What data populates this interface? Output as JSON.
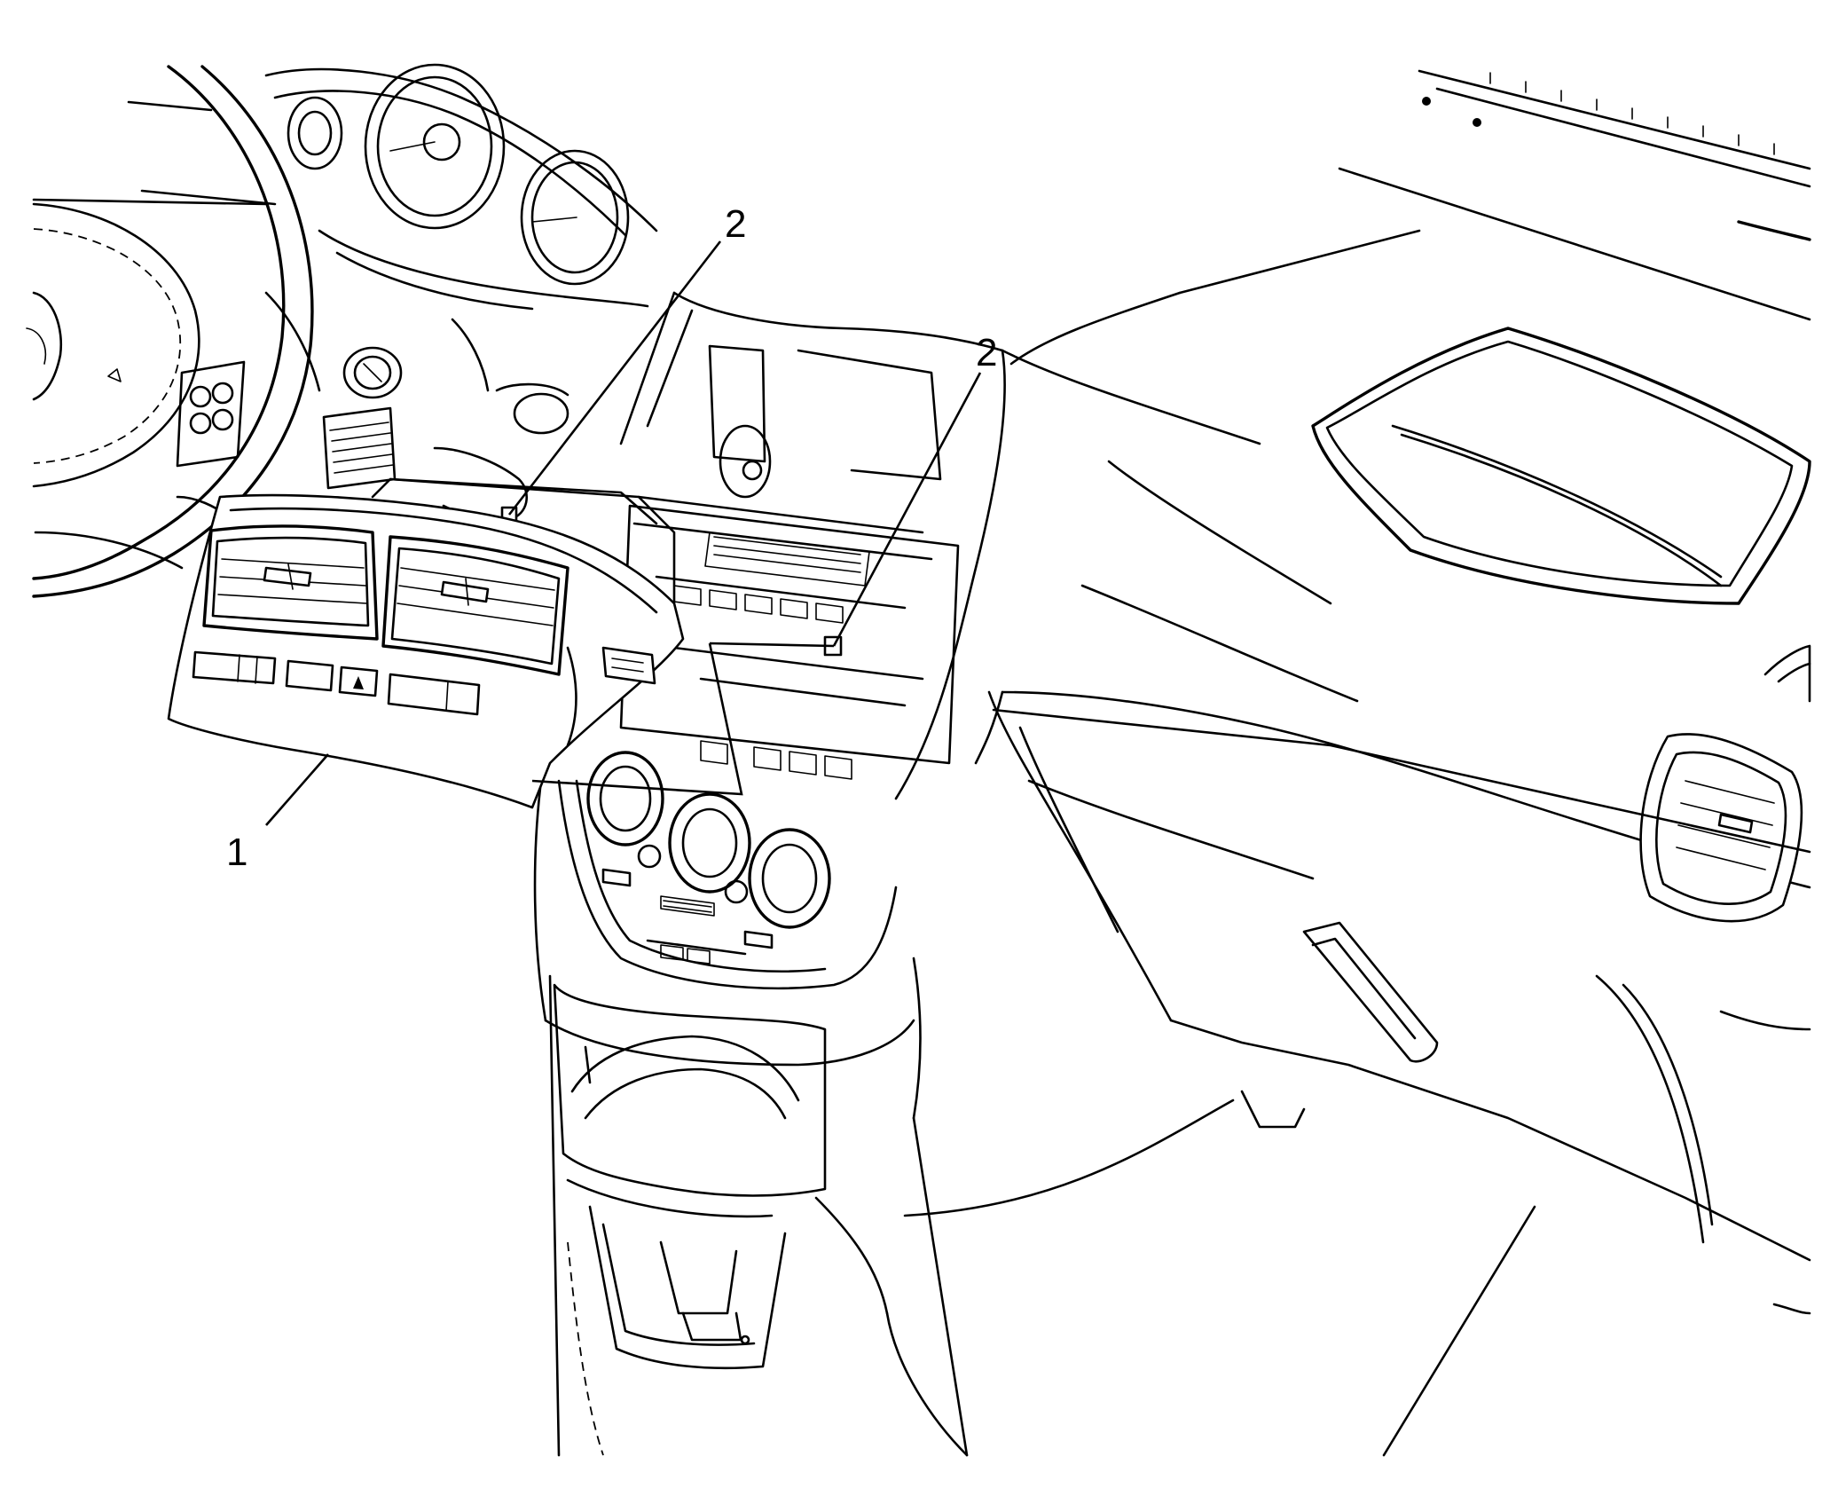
{
  "callouts": [
    {
      "id": "callout-1",
      "label": "1"
    },
    {
      "id": "callout-2a",
      "label": "2"
    },
    {
      "id": "callout-2b",
      "label": "2"
    }
  ]
}
